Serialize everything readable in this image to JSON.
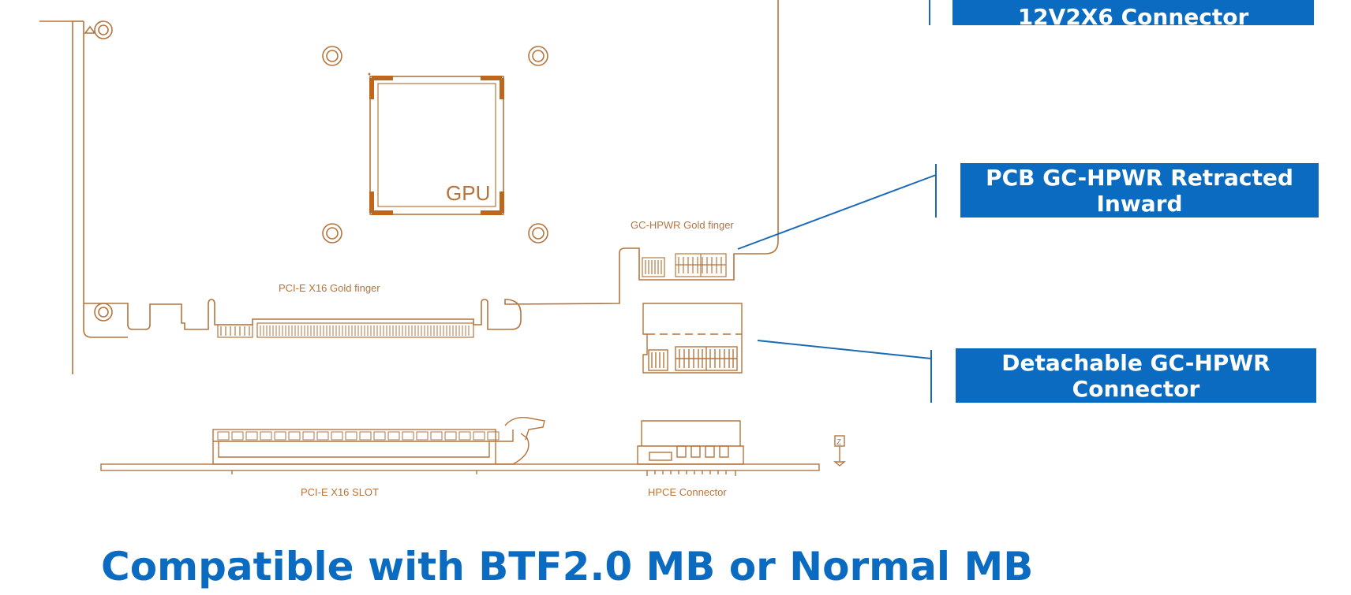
{
  "labels": {
    "top_connector": "12V2X6 Connector",
    "pcb_retracted": "PCB GC-HPWR Retracted Inward",
    "detachable": "Detachable GC-HPWR Connector"
  },
  "diagram_text": {
    "gpu": "GPU",
    "gc_hpwr_gold_finger": "GC-HPWR Gold finger",
    "pcie_gold_finger": "PCI-E X16 Gold finger",
    "pcie_slot": "PCI-E X16 SLOT",
    "hpce_connector": "HPCE Connector",
    "z_marker": "Z"
  },
  "footer": {
    "title": "Compatible with BTF2.0 MB or Normal MB"
  },
  "colors": {
    "accent_blue": "#0a6bc0",
    "line_orange": "#b6743c",
    "gpu_orange": "#c0661a"
  }
}
